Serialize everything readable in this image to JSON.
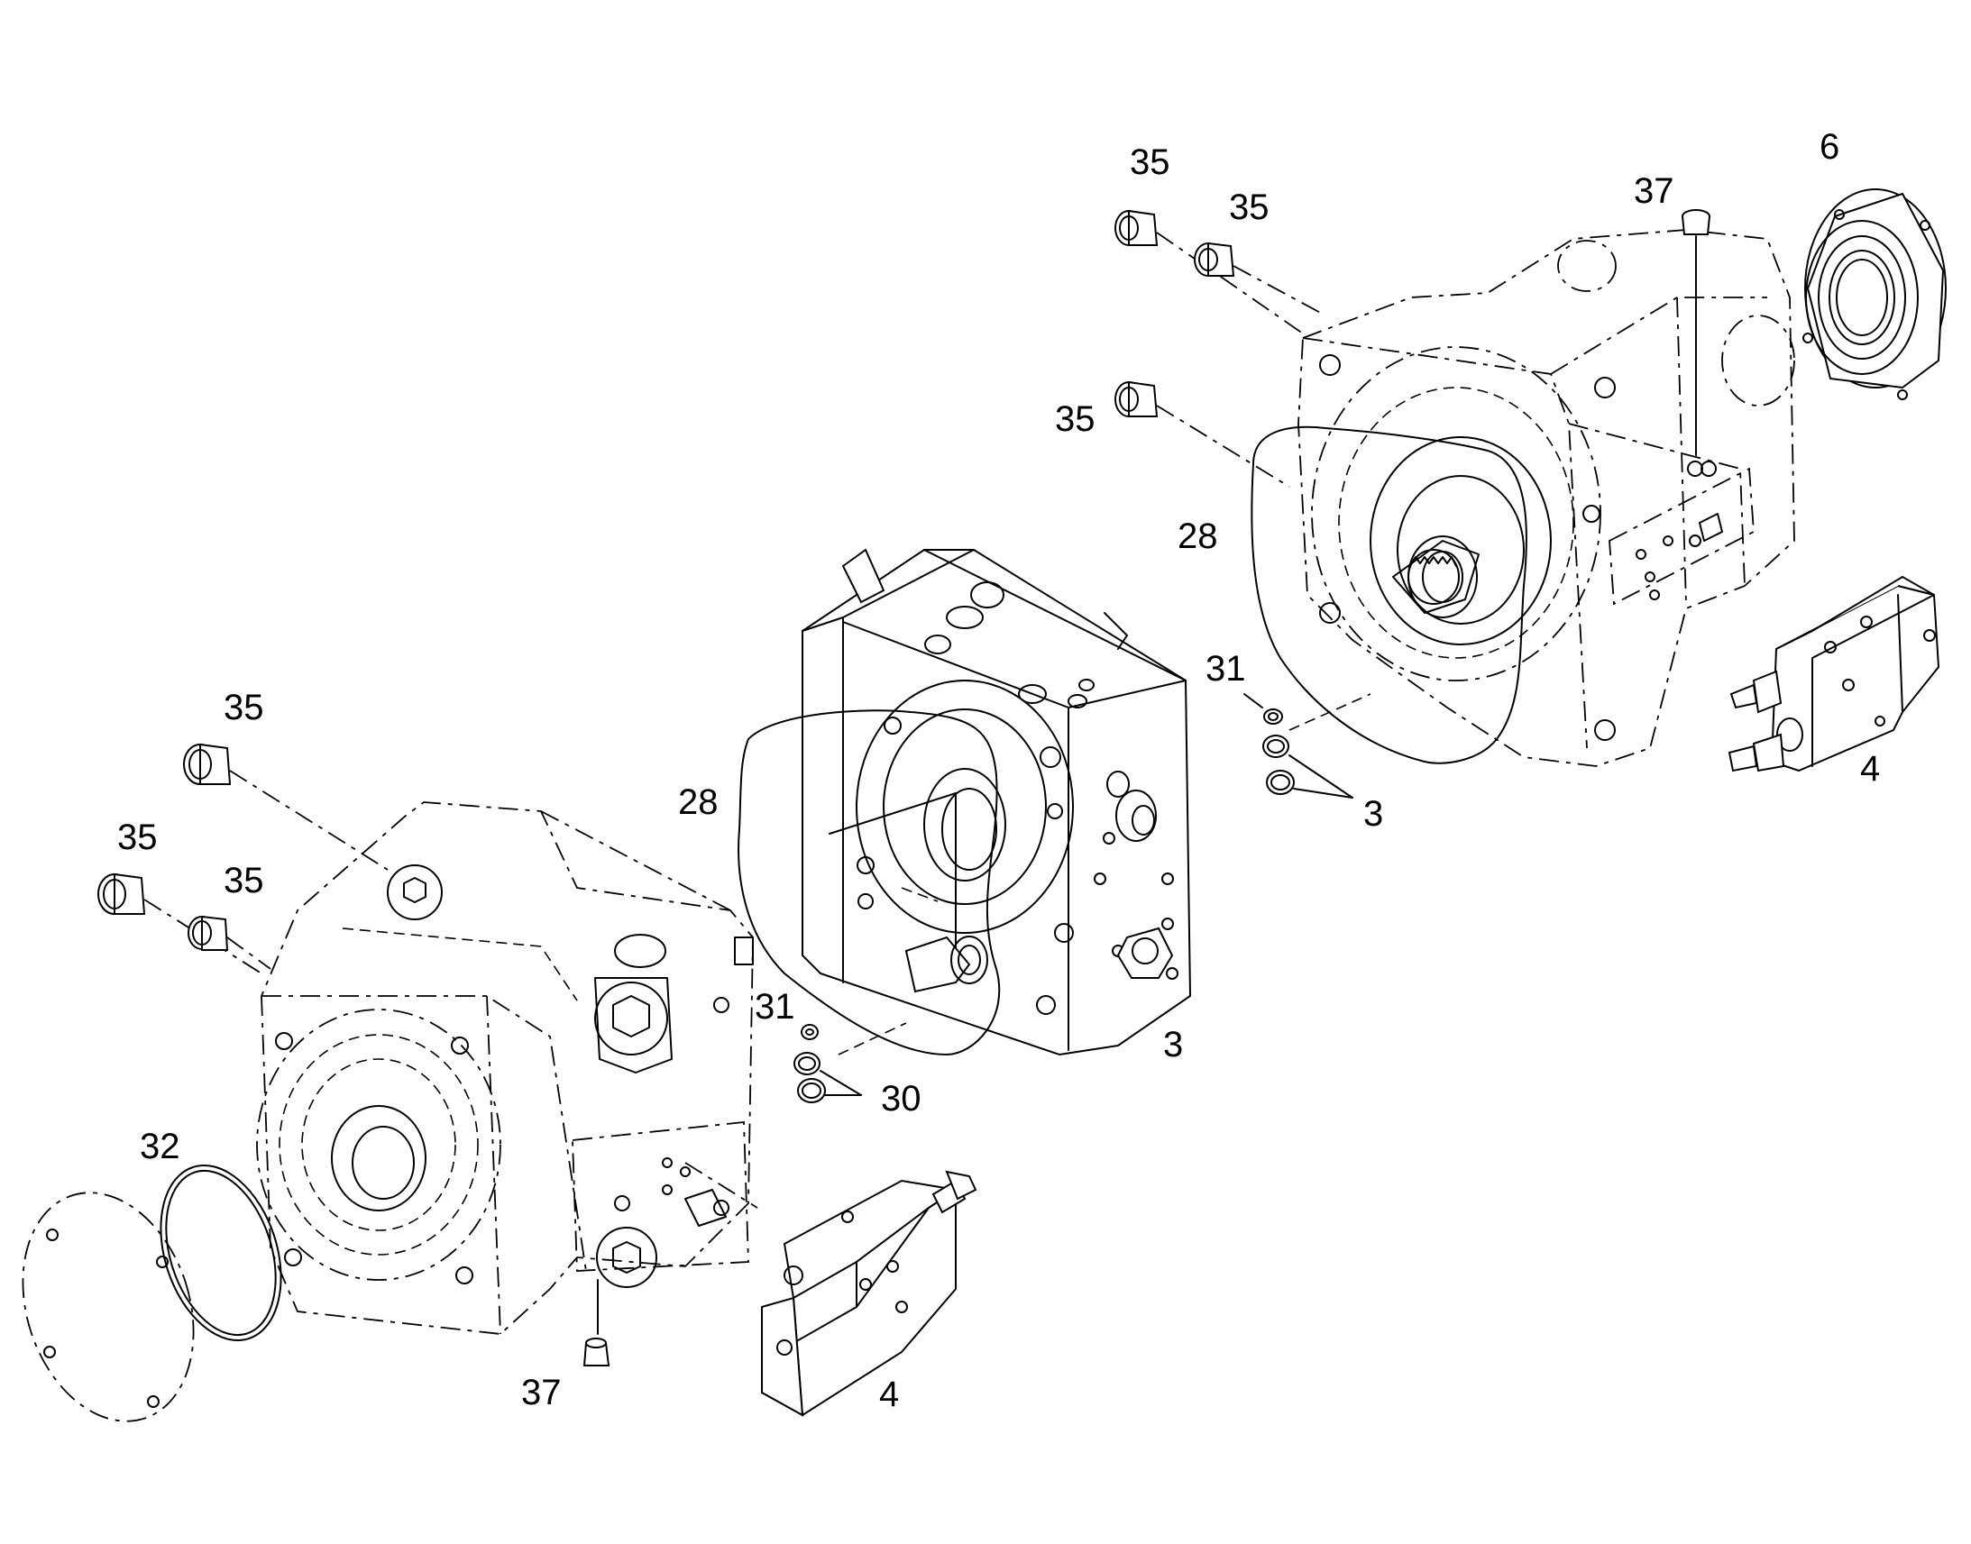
{
  "callouts": {
    "c35_top_a": "35",
    "c35_top_b": "35",
    "c35_top_c": "35",
    "c6": "6",
    "c37_top": "37",
    "c28_right": "28",
    "c31_right": "31",
    "c3_right": "3",
    "c4_right": "4",
    "c28_mid": "28",
    "c3_mid": "3",
    "c31_mid": "31",
    "c30": "30",
    "c35_left_a": "35",
    "c35_left_b": "35",
    "c35_left_c": "35",
    "c32": "32",
    "c37_bottom": "37",
    "c4_bottom": "4"
  }
}
